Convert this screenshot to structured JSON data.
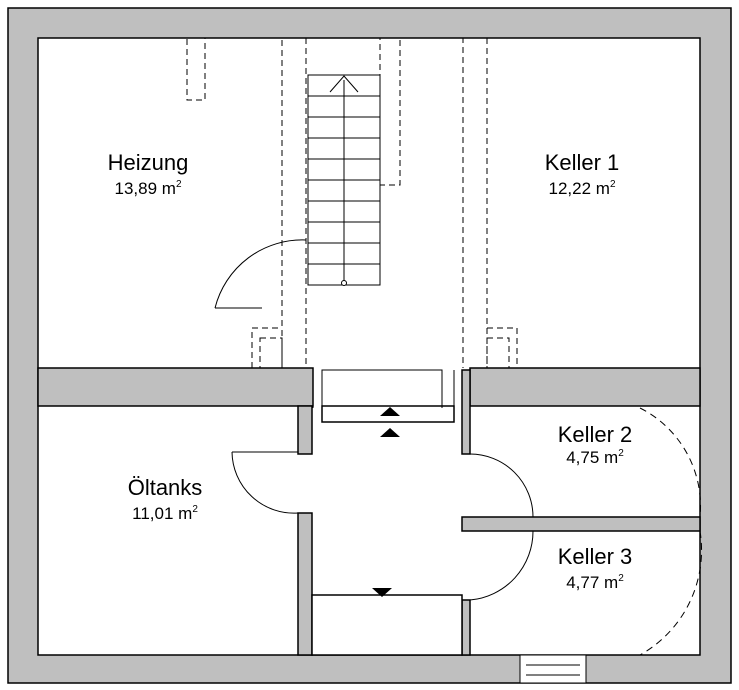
{
  "plan": {
    "wall_color": "#bfbfbf",
    "line_color": "#000000",
    "area_unit": "m",
    "area_unit_exponent": "2",
    "rooms": [
      {
        "name": "Heizung",
        "area": "13,89"
      },
      {
        "name": "Keller 1",
        "area": "12,22"
      },
      {
        "name": "Keller 2",
        "area": "4,75"
      },
      {
        "name": "Keller 3",
        "area": "4,77"
      },
      {
        "name": "Öltanks",
        "area": "11,01"
      }
    ]
  }
}
